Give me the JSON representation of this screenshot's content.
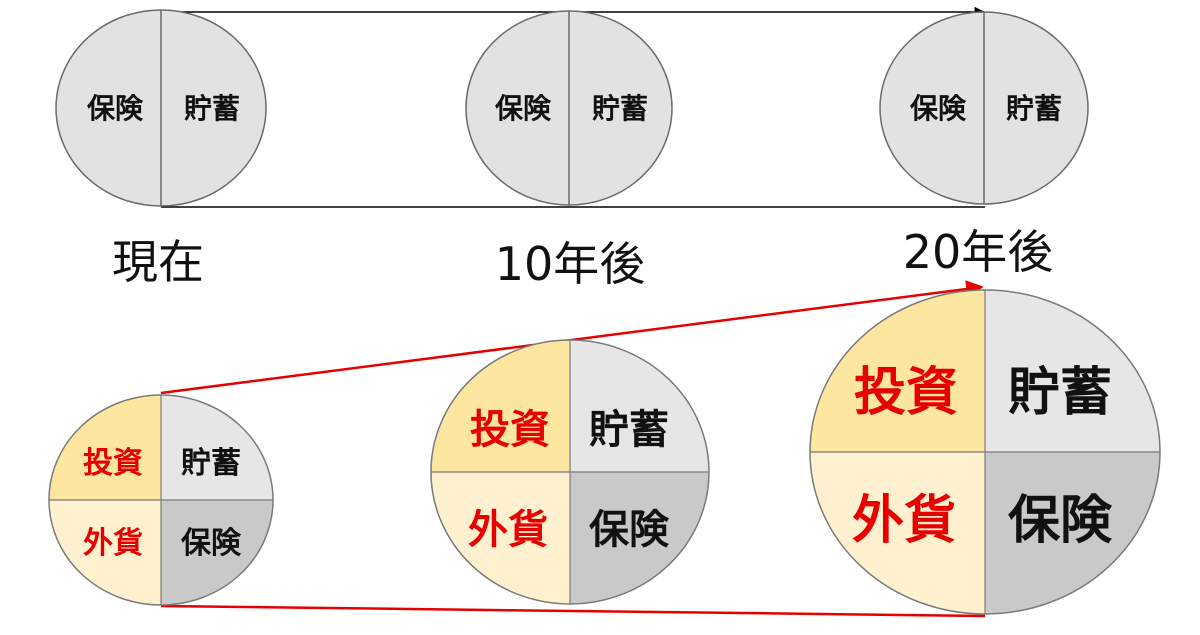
{
  "top_row": {
    "segment_labels": {
      "insurance": "保険",
      "savings": "貯蓄"
    },
    "time_labels": {
      "now": "現在",
      "ten_years": "10年後",
      "twenty_years": "20年後"
    }
  },
  "bottom_row": {
    "quadrant_labels": {
      "investment": "投資",
      "savings": "貯蓄",
      "foreign_currency": "外貨",
      "insurance": "保険"
    }
  },
  "colors": {
    "grey_fill": "#e2e2e2",
    "investment_fill": "#fde6a0",
    "foreign_fill": "#fff1cf",
    "savings_fill": "#e6e6e6",
    "insurance_fill": "#c9c9c9",
    "accent_red": "#e60000",
    "outline": "#555555"
  }
}
